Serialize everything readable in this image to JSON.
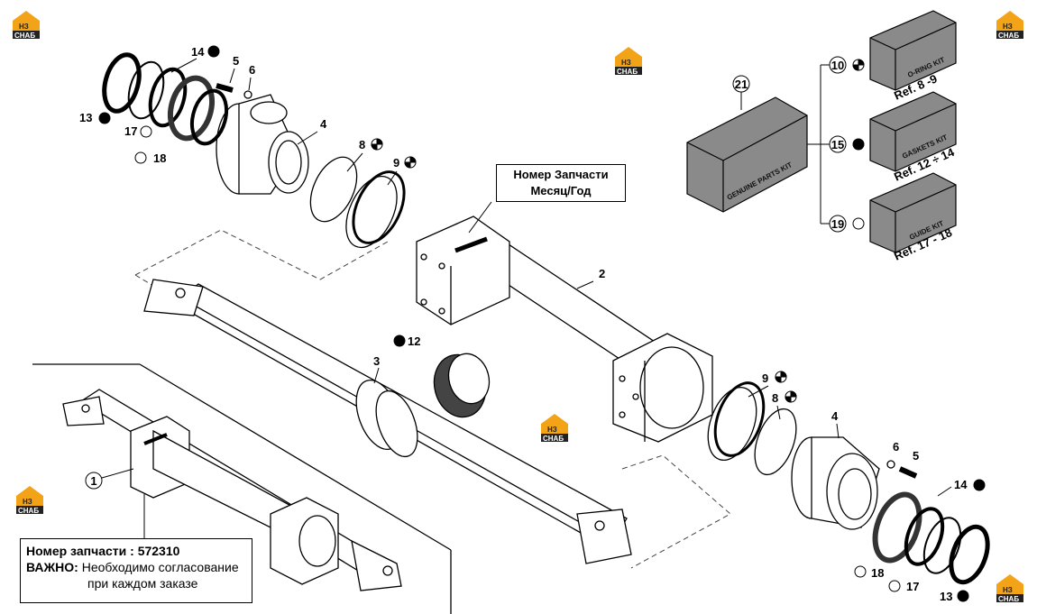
{
  "logo": {
    "top": "НЗ",
    "bottom": "СНАБ"
  },
  "part_tag": {
    "line1": "Номер Запчасти",
    "line2": "Месяц/Год"
  },
  "note": {
    "part_label": "Номер запчасти :",
    "part_number": "572310",
    "important_label": "ВАЖНО:",
    "important_line1": "Необходимо согласование",
    "important_line2": "при каждом заказе"
  },
  "callouts": {
    "c1": "1",
    "c2": "2",
    "c3": "3",
    "c4": "4",
    "c5": "5",
    "c6": "6",
    "c8": "8",
    "c9": "9",
    "c10": "10",
    "c12": "12",
    "c13": "13",
    "c14": "14",
    "c15": "15",
    "c17": "17",
    "c18": "18",
    "c19": "19",
    "c21": "21"
  },
  "kits": {
    "main_box_text": "GENUINE PARTS KIT",
    "oring_box_text": "O-RING KIT",
    "oring_ref": "Ref. 8 -9",
    "gaskets_box_text": "GASKETS KIT",
    "gaskets_ref": "Ref. 12 ÷ 14",
    "guide_box_text": "GUIDE KIT",
    "guide_ref": "Ref. 17 - 18"
  },
  "colors": {
    "logo_orange": "#f2a318",
    "logo_dark": "#222222",
    "box_grey": "#8a8a8a"
  }
}
